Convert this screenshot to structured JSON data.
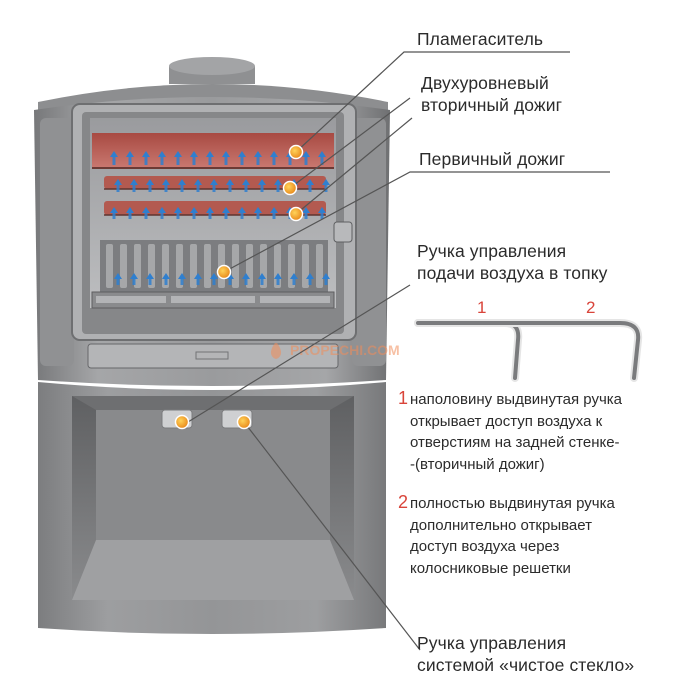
{
  "labels": {
    "flame_damper": "Пламегаситель",
    "secondary_burn": [
      "Двухуровневый",
      "вторичный дожиг"
    ],
    "primary_burn": "Первичный дожиг",
    "air_control": [
      "Ручка управления",
      "подачи воздуха в топку"
    ],
    "clean_glass": [
      "Ручка управления",
      "системой «чистое стекло»"
    ]
  },
  "positions": {
    "p1": "1",
    "p2": "2"
  },
  "notes": {
    "note1": {
      "num": "1",
      "lines": [
        "наполовину выдвинутая ручка",
        "открывает доступ воздуха к",
        "отверстиям на задней стенке-",
        "-(вторичный дожиг)"
      ]
    },
    "note2": {
      "num": "2",
      "lines": [
        "полностью выдвинутая ручка",
        "дополнительно открывает",
        "доступ воздуха через",
        "колосниковые решетки"
      ]
    }
  },
  "watermark": "PROPECHI.COM",
  "colors": {
    "accent_red": "#d9443a",
    "marker_fill": "#f4a52a",
    "stove_body": "#8c8d8f",
    "arrow_blue": "#2f7fcf",
    "firebrick": "#b3554a"
  }
}
